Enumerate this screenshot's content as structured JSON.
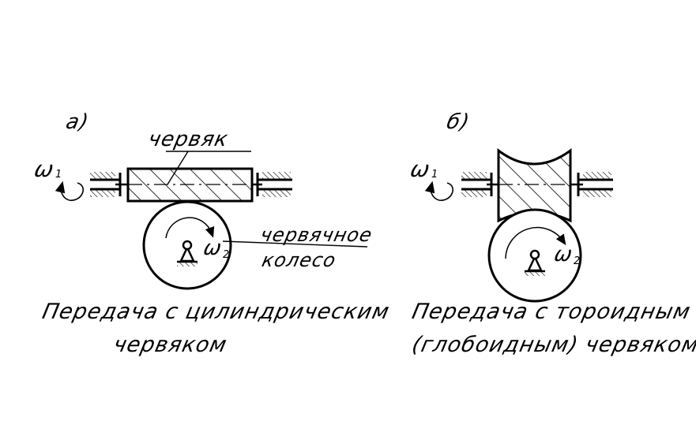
{
  "variant_a": {
    "letter": "а)",
    "worm_label": "червяк",
    "wheel_label_line1": "червячное",
    "wheel_label_line2": "колесо",
    "omega1": "ω",
    "omega1_sub": "1",
    "omega2": "ω",
    "omega2_sub": "2",
    "caption_line1": "Передача с цилиндрическим",
    "caption_line2": "червяком"
  },
  "variant_b": {
    "letter": "б)",
    "omega1": "ω",
    "omega1_sub": "1",
    "omega2": "ω",
    "omega2_sub": "2",
    "caption_line1": "Передача с тороидным",
    "caption_line2": "(глобоидным) червяком"
  },
  "colors": {
    "ink": "#000000",
    "background": "#ffffff"
  }
}
